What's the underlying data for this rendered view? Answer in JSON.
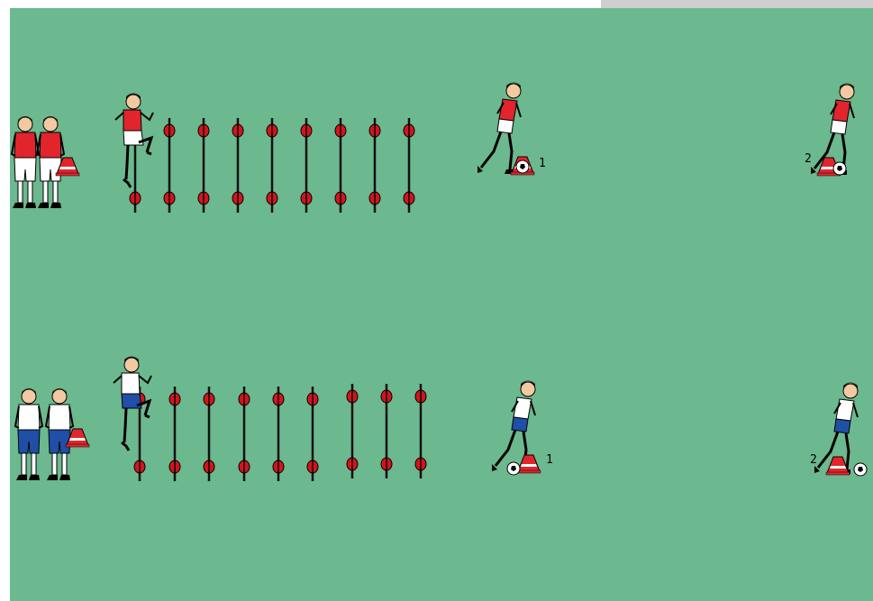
{
  "colors": {
    "pitch": "#6cb88f",
    "frame": "#ffffff",
    "corner_tab": "#cfcfcf",
    "team_a_shirt": "#e2252d",
    "team_a_shorts": "#ffffff",
    "team_b_shirt": "#ffffff",
    "team_b_shorts": "#1f4fa6",
    "cone": "#e2252d",
    "hurdle_pole": "#111111",
    "hurdle_marker": "#d4141c",
    "skin": "#f2c9a0",
    "hair": "#1a1a1a"
  },
  "rows": [
    {
      "team": "team-a",
      "station_labels": [
        "1",
        "2"
      ]
    },
    {
      "team": "team-b",
      "station_labels": [
        "1",
        "2"
      ]
    }
  ]
}
